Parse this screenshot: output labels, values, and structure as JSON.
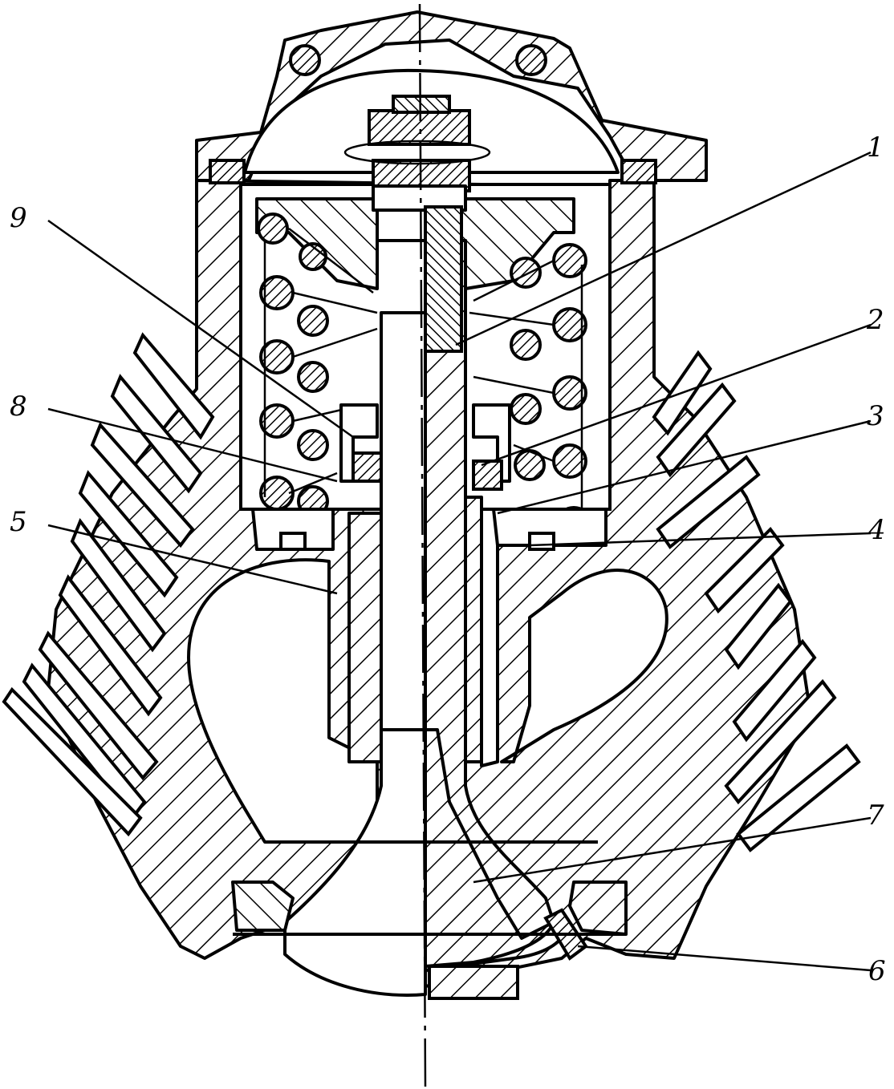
{
  "figure": {
    "type": "engine valve assembly cross-section",
    "callouts": [
      {
        "id": "callout-1",
        "text": "1"
      },
      {
        "id": "callout-2",
        "text": "2"
      },
      {
        "id": "callout-3",
        "text": "3"
      },
      {
        "id": "callout-4",
        "text": "4"
      },
      {
        "id": "callout-5",
        "text": "5"
      },
      {
        "id": "callout-6",
        "text": "6"
      },
      {
        "id": "callout-7",
        "text": "7"
      },
      {
        "id": "callout-8",
        "text": "8"
      },
      {
        "id": "callout-9",
        "text": "9"
      }
    ]
  }
}
